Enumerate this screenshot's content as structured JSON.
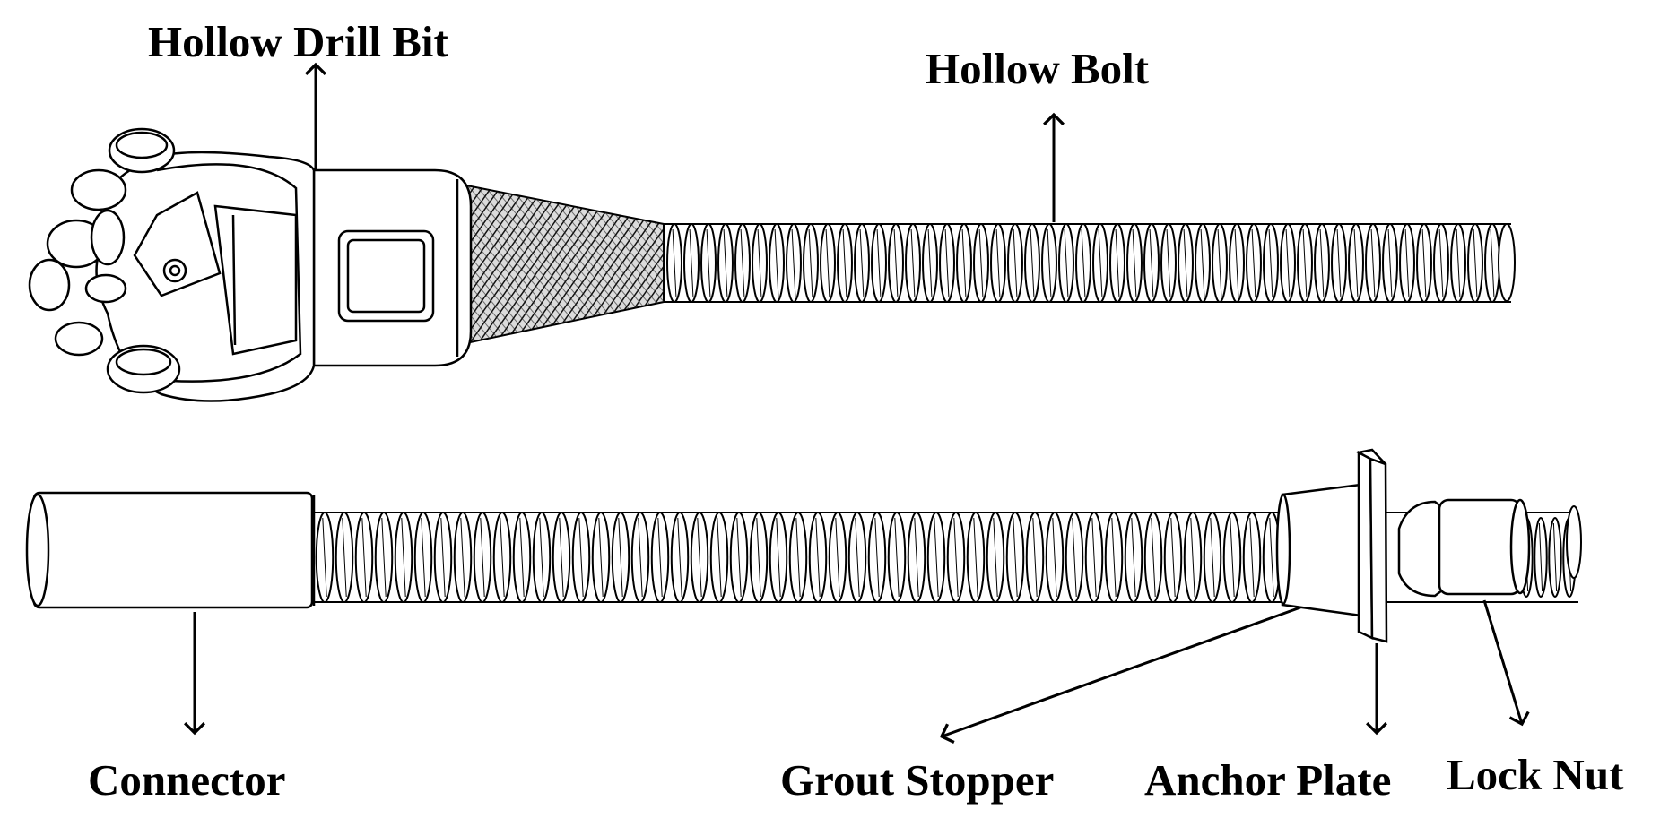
{
  "labels": {
    "hollow_drill_bit": "Hollow Drill Bit",
    "hollow_bolt": "Hollow Bolt",
    "connector": "Connector",
    "grout_stopper": "Grout Stopper",
    "anchor_plate": "Anchor Plate",
    "lock_nut": "Lock Nut"
  },
  "colors": {
    "line": "#000000",
    "shade": "#2a2a2a",
    "background": "#ffffff"
  }
}
